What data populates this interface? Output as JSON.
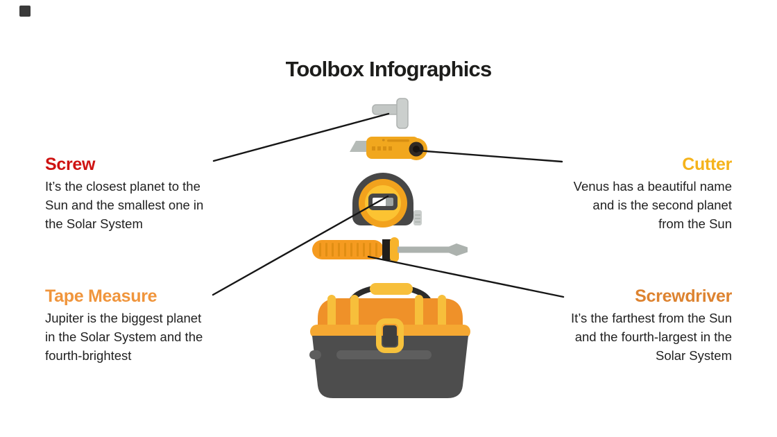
{
  "page": {
    "title": "Toolbox Infographics",
    "title_color": "#1d1d1b",
    "background": "#ffffff"
  },
  "decor": {
    "corner_square_color": "#3a3a3a",
    "connector_line_color": "#161616"
  },
  "sections": {
    "screw": {
      "label": "Screw",
      "color": "#ce1312",
      "description": "It’s the closest planet to the Sun and the smallest one in the Solar System"
    },
    "cutter": {
      "label": "Cutter",
      "color": "#f5b31b",
      "description": "Venus has a beautiful name and is the second planet from the Sun"
    },
    "tape_measure": {
      "label": "Tape Measure",
      "color": "#f0953c",
      "description": "Jupiter is the biggest planet in the Solar System and the fourth-brightest"
    },
    "screwdriver": {
      "label": "Screwdriver",
      "color": "#dd8330",
      "description": "It’s the farthest from the Sun and the fourth-largest in the Solar System"
    }
  },
  "icons": {
    "screw": {
      "name": "screw-icon",
      "gray": "#c3c7c5"
    },
    "cutter": {
      "name": "cutter-icon",
      "body": "#f1a71e",
      "blade": "#b5bbb7",
      "knob": "#302a24"
    },
    "tape_measure": {
      "name": "tape-measure-icon",
      "case": "#474747",
      "ring": "#f2a21d",
      "inner": "#fcc332"
    },
    "screwdriver": {
      "name": "screwdriver-icon",
      "handle": "#f59b20",
      "shaft": "#acb2ae",
      "ferrule": "#f7b32b"
    },
    "toolbox": {
      "name": "toolbox-icon",
      "body": "#4d4d4d",
      "lid": "#ef9129",
      "band": "#f5a832",
      "straps": "#f7bf3b"
    }
  }
}
